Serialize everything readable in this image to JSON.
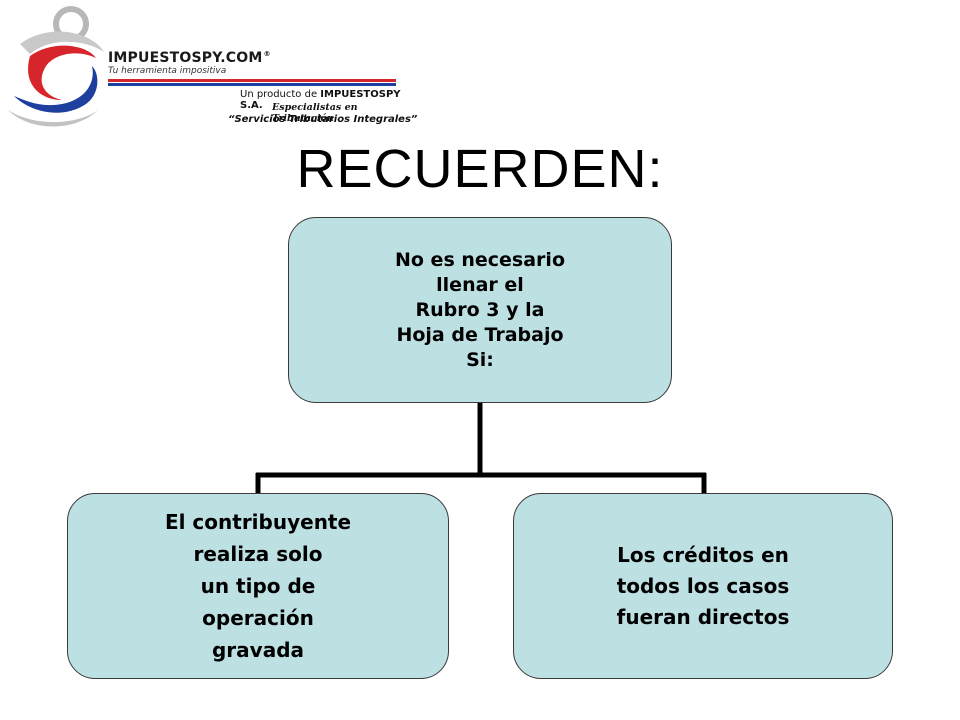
{
  "logo": {
    "brand": "IMPUESTOSPY.COM",
    "brand_mark": "®",
    "tagline": "Tu herramienta impositiva",
    "producto_prefix": "Un producto de ",
    "producto_company": "IMPUESTOSPY S.A.",
    "especialistas": "Especialistas en Tributación",
    "servicios": "“Servicios Tributarios Integrales”",
    "colors": {
      "red": "#d7262b",
      "blue": "#1f3f9e",
      "gray": "#b8b8b8"
    }
  },
  "title": "RECUERDEN:",
  "diagram": {
    "root": {
      "text": "No es necesario\nllenar el\nRubro 3 y la\nHoja de Trabajo\nSi:"
    },
    "children": [
      {
        "text": "El contribuyente\nrealiza solo\nun tipo de\noperación\ngravada"
      },
      {
        "text": "Los créditos en\ntodos los casos\nfueran directos"
      }
    ],
    "fill": "#bde0e3",
    "connector": "#000000"
  }
}
